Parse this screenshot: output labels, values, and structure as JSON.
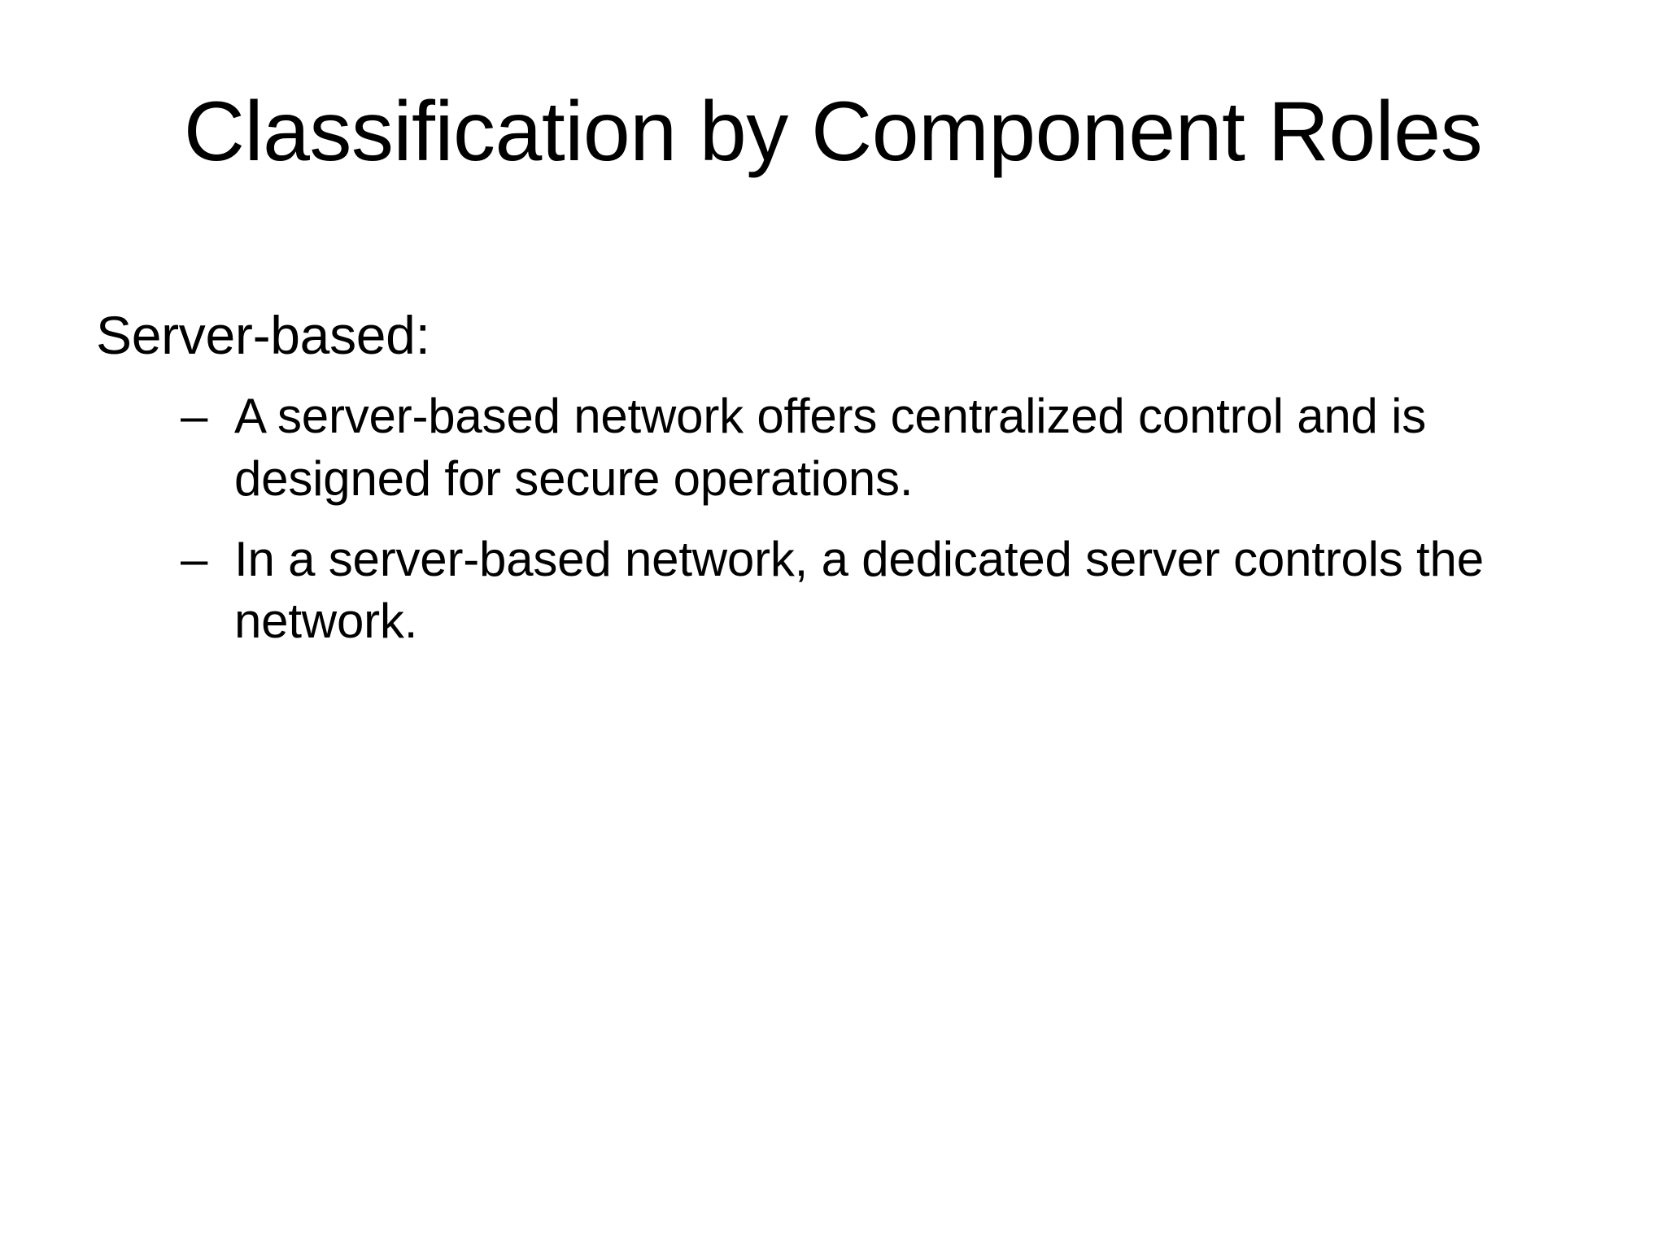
{
  "slide": {
    "background_color": "#ffffff",
    "text_color": "#000000",
    "title": "Classification by Component Roles",
    "body": {
      "level1_heading": "Server-based:",
      "bullet_marker": "–",
      "bullets": [
        "A server-based network offers centralized control and is designed for secure operations.",
        "In a server-based network, a dedicated server controls the network."
      ]
    }
  }
}
